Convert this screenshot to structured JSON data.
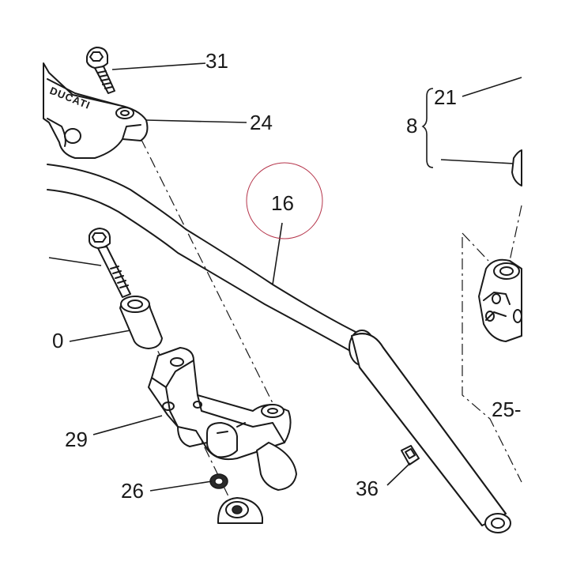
{
  "diagram": {
    "background": "#ffffff",
    "line_color": "#1a1a1a",
    "highlight_circle_color": "#b5344a",
    "brand_text": "DUCATI",
    "labels": {
      "part_31": "31",
      "part_24": "24",
      "part_21": "21",
      "part_8": "8",
      "part_16": "16",
      "part_0": "0",
      "part_29": "29",
      "part_26": "26",
      "part_25": "25-",
      "part_36": "36"
    }
  }
}
